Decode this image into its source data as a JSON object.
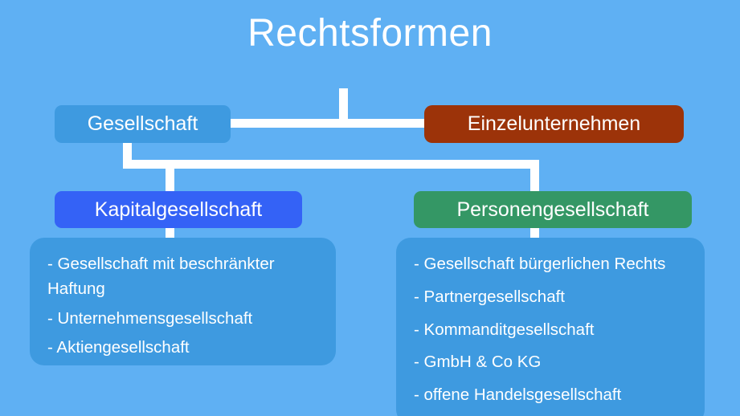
{
  "title": "Rechtsformen",
  "colors": {
    "background": "#5fb0f3",
    "connector": "#ffffff",
    "gesellschaft": "#3e9ae0",
    "einzelunternehmen": "#9c3309",
    "kapitalgesellschaft": "#3462f6",
    "personengesellschaft": "#349765",
    "panel": "#3e9ae0",
    "text": "#ffffff"
  },
  "nodes": {
    "gesellschaft": "Gesellschaft",
    "einzelunternehmen": "Einzelunternehmen",
    "kapitalgesellschaft": "Kapitalgesellschaft",
    "personengesellschaft": "Personengesellschaft"
  },
  "panels": {
    "kapital": {
      "items": [
        "- Gesellschaft mit beschränkter Haftung",
        "- Unternehmensgesellschaft",
        "- Aktiengesellschaft"
      ]
    },
    "personen": {
      "items": [
        "- Gesellschaft bürgerlichen Rechts",
        "- Partnergesellschaft",
        "- Kommanditgesellschaft",
        "- GmbH & Co KG",
        "- offene Handelsgesellschaft"
      ]
    }
  },
  "chart_data": {
    "type": "diagram",
    "title": "Rechtsformen",
    "root": "Rechtsformen",
    "levels": [
      {
        "level": 1,
        "nodes": [
          "Gesellschaft",
          "Einzelunternehmen"
        ]
      },
      {
        "level": 2,
        "parent": "Gesellschaft",
        "nodes": [
          "Kapitalgesellschaft",
          "Personengesellschaft"
        ]
      }
    ],
    "leaves": {
      "Kapitalgesellschaft": [
        "- Gesellschaft mit beschränkter Haftung",
        "- Unternehmensgesellschaft",
        "- Aktiengesellschaft"
      ],
      "Personengesellschaft": [
        "- Gesellschaft bürgerlichen Rechts",
        "- Partnergesellschaft",
        "- Kommanditgesellschaft",
        "- GmbH & Co KG",
        "- offene Handelsgesellschaft"
      ]
    }
  }
}
